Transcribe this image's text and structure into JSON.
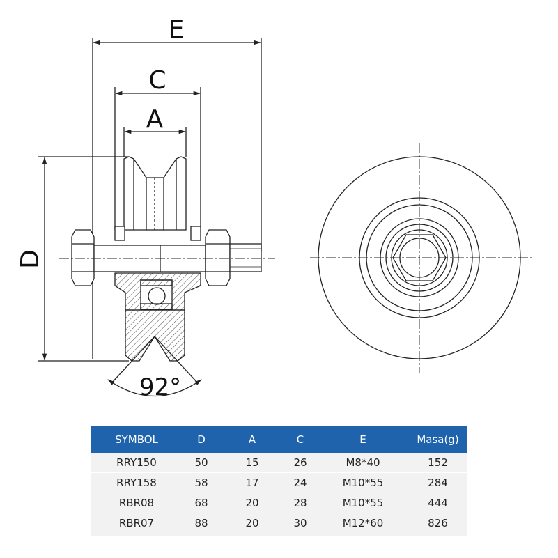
{
  "drawing": {
    "dimensions": {
      "e": "E",
      "c": "C",
      "a": "A",
      "d": "D",
      "angle": "92°"
    }
  },
  "table": {
    "header_color": "#1f63ad",
    "columns": [
      "SYMBOL",
      "D",
      "A",
      "C",
      "E",
      "Masa(g)"
    ],
    "rows": [
      [
        "RRY150",
        "50",
        "15",
        "26",
        "M8*40",
        "152"
      ],
      [
        "RRY158",
        "58",
        "17",
        "24",
        "M10*55",
        "284"
      ],
      [
        "RBR08",
        "68",
        "20",
        "28",
        "M10*55",
        "444"
      ],
      [
        "RBR07",
        "88",
        "20",
        "30",
        "M12*60",
        "826"
      ]
    ]
  }
}
